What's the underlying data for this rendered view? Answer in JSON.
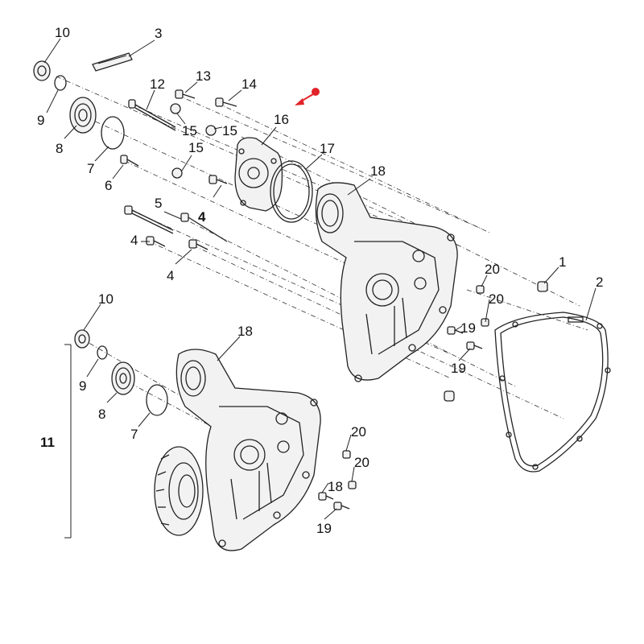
{
  "diagram": {
    "callouts": [
      {
        "id": "c10a",
        "text": "10"
      },
      {
        "id": "c3",
        "text": "3"
      },
      {
        "id": "c9a",
        "text": "9"
      },
      {
        "id": "c8a",
        "text": "8"
      },
      {
        "id": "c7a",
        "text": "7"
      },
      {
        "id": "c6",
        "text": "6"
      },
      {
        "id": "c12",
        "text": "12"
      },
      {
        "id": "c13",
        "text": "13"
      },
      {
        "id": "c14",
        "text": "14"
      },
      {
        "id": "c15a",
        "text": "15"
      },
      {
        "id": "c15b",
        "text": "15"
      },
      {
        "id": "c15c",
        "text": "15"
      },
      {
        "id": "c16",
        "text": "16"
      },
      {
        "id": "c17",
        "text": "17"
      },
      {
        "id": "c18a",
        "text": "18"
      },
      {
        "id": "c4a",
        "text": "4"
      },
      {
        "id": "c5",
        "text": "5"
      },
      {
        "id": "c4b",
        "text": "4"
      },
      {
        "id": "c4c",
        "text": "4"
      },
      {
        "id": "c20a",
        "text": "20"
      },
      {
        "id": "c20b",
        "text": "20"
      },
      {
        "id": "c1",
        "text": "1"
      },
      {
        "id": "c2",
        "text": "2"
      },
      {
        "id": "c19a",
        "text": "19"
      },
      {
        "id": "c19b",
        "text": "19"
      },
      {
        "id": "c10b",
        "text": "10"
      },
      {
        "id": "c9b",
        "text": "9"
      },
      {
        "id": "c8b",
        "text": "8"
      },
      {
        "id": "c7b",
        "text": "7"
      },
      {
        "id": "c11",
        "text": "11"
      },
      {
        "id": "c18b",
        "text": "18"
      },
      {
        "id": "c20c",
        "text": "20"
      },
      {
        "id": "c20d",
        "text": "20"
      },
      {
        "id": "c18c",
        "text": "18"
      },
      {
        "id": "c19c",
        "text": "19"
      }
    ],
    "highlight_color": "#e0242a"
  }
}
